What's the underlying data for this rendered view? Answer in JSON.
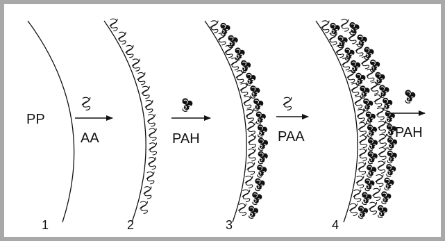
{
  "labels": {
    "surface": "PP",
    "step1_reagent": "AA",
    "step2_reagent": "PAH",
    "step3_reagent": "PAA",
    "step4_reagent": "PAH"
  },
  "stage_numbers": [
    "1",
    "2",
    "3",
    "4"
  ],
  "colors": {
    "border": "#a8a8a8",
    "ink": "#111111",
    "background": "#ffffff"
  },
  "icons": {
    "open_coil": "coil-open-icon",
    "dark_coil": "coil-dark-icon"
  }
}
